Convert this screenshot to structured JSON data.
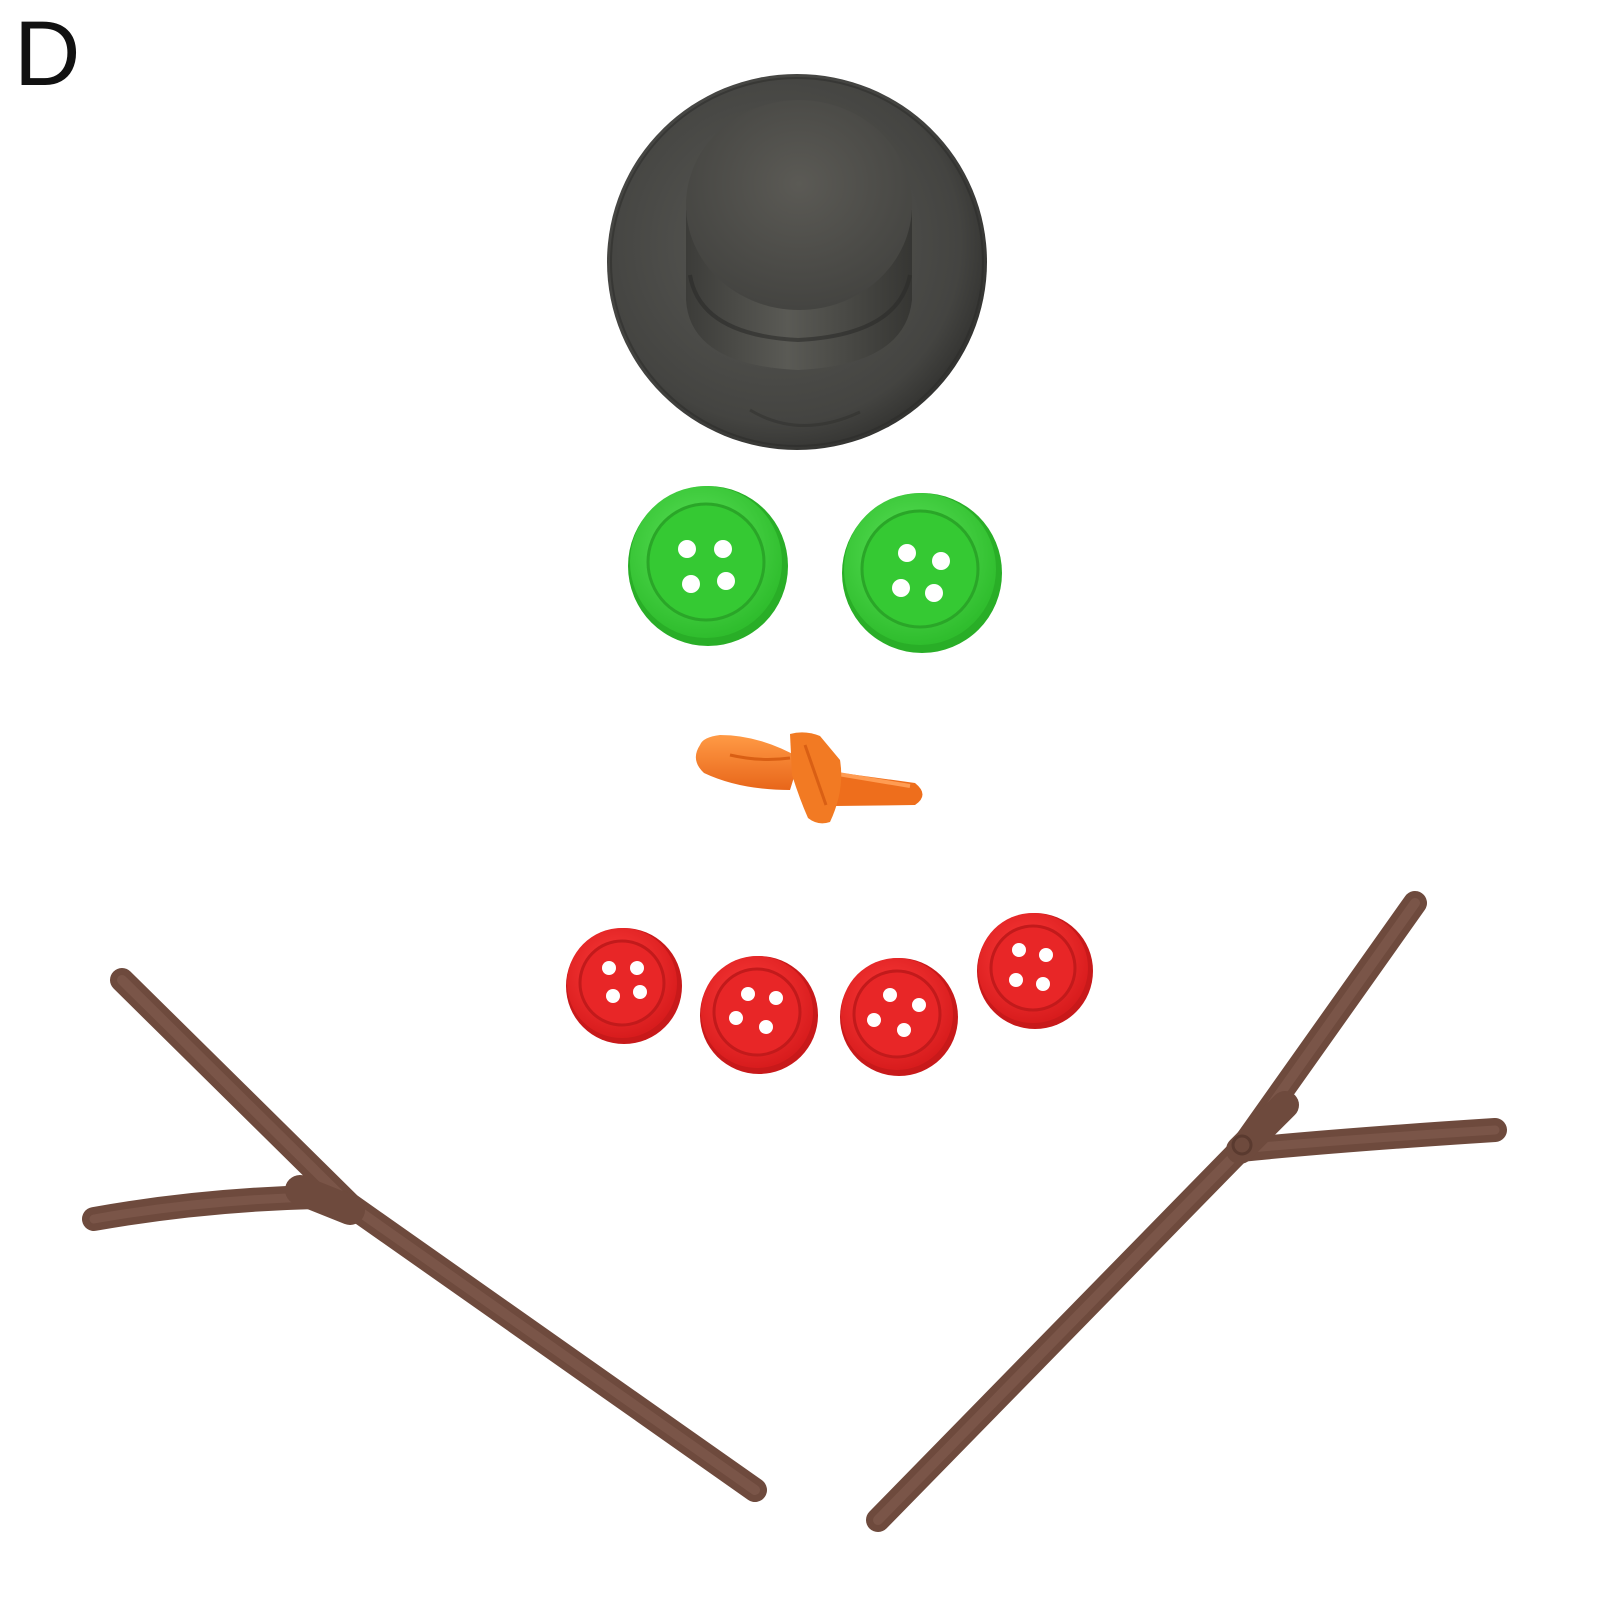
{
  "label": "D",
  "items": {
    "hat": {
      "icon": "top-hat",
      "color": "#4a4a48"
    },
    "eye_buttons": {
      "icon": "four-hole-button",
      "count": 2,
      "color": "#3fd13c"
    },
    "nose": {
      "icon": "carrot-nose",
      "color": "#f47a1e"
    },
    "mouth_buttons": {
      "icon": "four-hole-button",
      "count": 4,
      "color": "#e32526"
    },
    "arms": {
      "icon": "twig-arm",
      "count": 2,
      "color": "#7a5648"
    }
  }
}
